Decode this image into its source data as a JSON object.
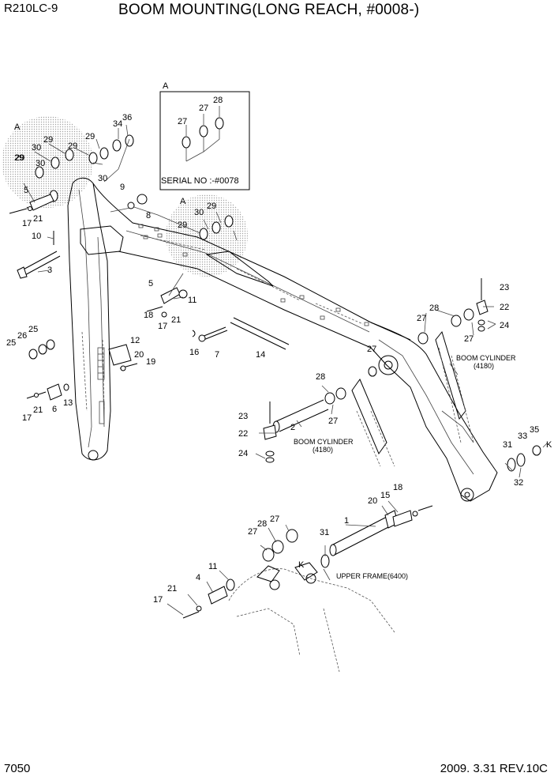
{
  "header": {
    "model": "R210LC-9",
    "title": "BOOM MOUNTING(LONG REACH, #0008-)"
  },
  "footer": {
    "page": "7050",
    "date_rev": "2009. 3.31  REV.10C"
  },
  "detail": {
    "letter": "A",
    "serial_note": "SERIAL NO :-#0078"
  },
  "markers": {
    "a1": "A",
    "a2": "A",
    "k1": "K",
    "k2": "K"
  },
  "notes": {
    "boom_cyl_right": "BOOM CYLINDER",
    "boom_cyl_right_num": "(4180)",
    "boom_cyl_center": "BOOM CYLINDER",
    "boom_cyl_center_num": "(4180)",
    "upper_frame": "UPPER FRAME(6400)"
  },
  "callouts": [
    "27",
    "28",
    "27",
    "29",
    "30",
    "29",
    "29",
    "30",
    "29",
    "34",
    "36",
    "29",
    "30",
    "9",
    "8",
    "5",
    "21",
    "17",
    "10",
    "3",
    "29",
    "30",
    "29",
    "5",
    "11",
    "18",
    "21",
    "17",
    "23",
    "22",
    "24",
    "28",
    "27",
    "27",
    "16",
    "7",
    "14",
    "12",
    "20",
    "19",
    "25",
    "26",
    "25",
    "21",
    "17",
    "6",
    "13",
    "27",
    "28",
    "27",
    "23",
    "22",
    "2",
    "24",
    "31",
    "33",
    "35",
    "32",
    "20",
    "15",
    "18",
    "1",
    "31",
    "27",
    "28",
    "27",
    "11",
    "4",
    "21",
    "17"
  ]
}
